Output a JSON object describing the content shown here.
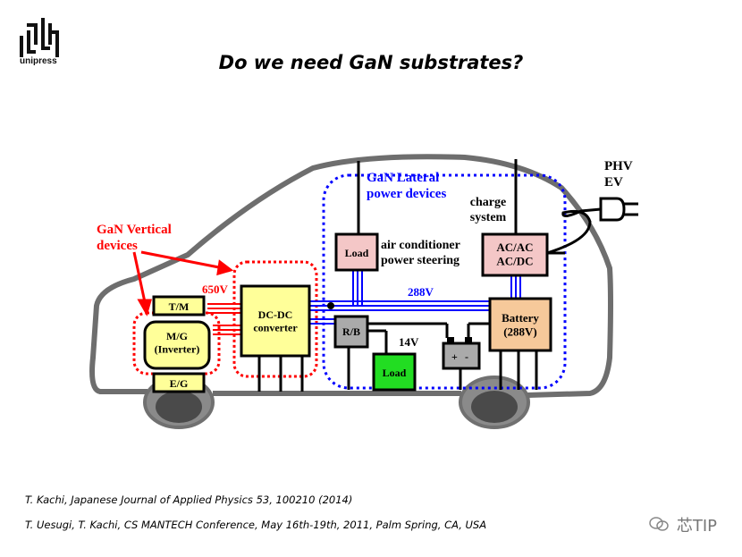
{
  "logo": {
    "text": "unipress"
  },
  "title": "Do we need GaN substrates?",
  "diagram": {
    "vertical_devices": "GaN Vertical\ndevices",
    "lateral_devices": "GaN Lateral\npower devices",
    "tm": "T/M",
    "mg": "M/G\n(Inverter)",
    "eg": "E/G",
    "v650": "650V",
    "dcdc": "DC-DC\nconverter",
    "v288": "288V",
    "rb": "R/B",
    "v14": "14V",
    "load1": "Load",
    "load2": "Load",
    "aircon": "air conditioner\npower steering",
    "charge": "charge\nsystem",
    "acac": "AC/AC\nAC/DC",
    "battery": "Battery\n(288V)",
    "phv": "PHV\nEV",
    "plus": "+",
    "minus": "-"
  },
  "references": [
    "T. Kachi, Japanese Journal of Applied Physics 53, 100210 (2014)",
    "T. Uesugi, T. Kachi, CS MANTECH Conference, May 16th-19th, 2011, Palm Spring, CA, USA"
  ],
  "watermark": "芯TIP",
  "colors": {
    "red": "#ff0000",
    "blue": "#0000ff",
    "car_outline": "#707070",
    "yellow_box": "#ffff99",
    "pink_box": "#f4c7c7",
    "battery_box": "#f6c99a",
    "green_load": "#22dd22"
  }
}
